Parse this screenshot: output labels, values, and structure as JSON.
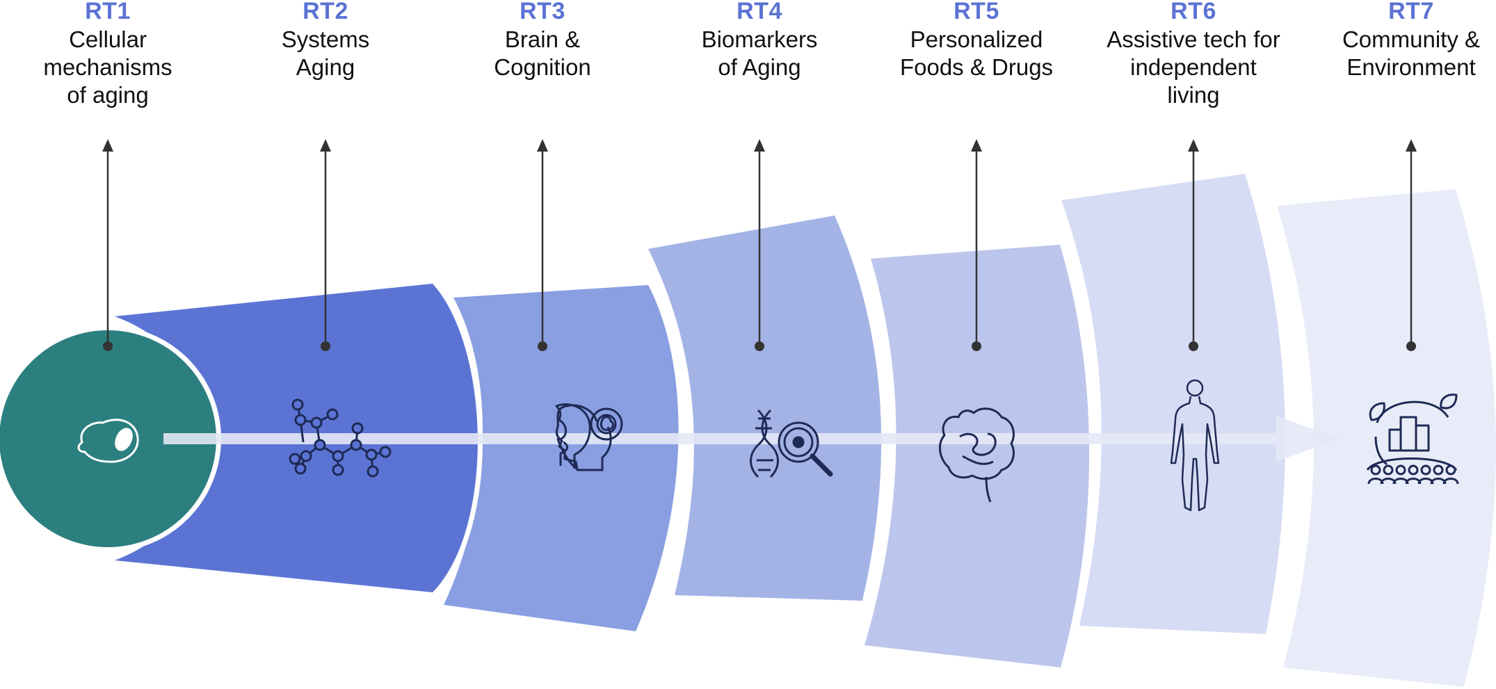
{
  "colors": {
    "code_text": "#5b73d4",
    "label_text": "#111111",
    "connector": "#333333",
    "icon_stroke": "#1e2a55",
    "icon_light": "#ffffff",
    "flow_arrow": "#e4e8f6",
    "stage_fills": [
      "#2c7f7f",
      "#5b74d4",
      "#8a9fe1",
      "#a3b3e6",
      "#bcc6ec",
      "#d6dcf4",
      "#e8ecf8"
    ]
  },
  "stages": [
    {
      "code": "RT1",
      "label_lines": [
        "Cellular",
        "mechanisms",
        "of aging"
      ],
      "icon": "cell-icon"
    },
    {
      "code": "RT2",
      "label_lines": [
        "Systems",
        "Aging"
      ],
      "icon": "molecule-network-icon"
    },
    {
      "code": "RT3",
      "label_lines": [
        "Brain &",
        "Cognition"
      ],
      "icon": "head-brain-gear-icon"
    },
    {
      "code": "RT4",
      "label_lines": [
        "Biomarkers",
        "of Aging"
      ],
      "icon": "dna-magnifier-icon"
    },
    {
      "code": "RT5",
      "label_lines": [
        "Personalized",
        "Foods & Drugs"
      ],
      "icon": "intestine-icon"
    },
    {
      "code": "RT6",
      "label_lines": [
        "Assistive tech for",
        "independent",
        "living"
      ],
      "icon": "human-body-icon"
    },
    {
      "code": "RT7",
      "label_lines": [
        "Community &",
        "Environment"
      ],
      "icon": "community-city-icon"
    }
  ]
}
